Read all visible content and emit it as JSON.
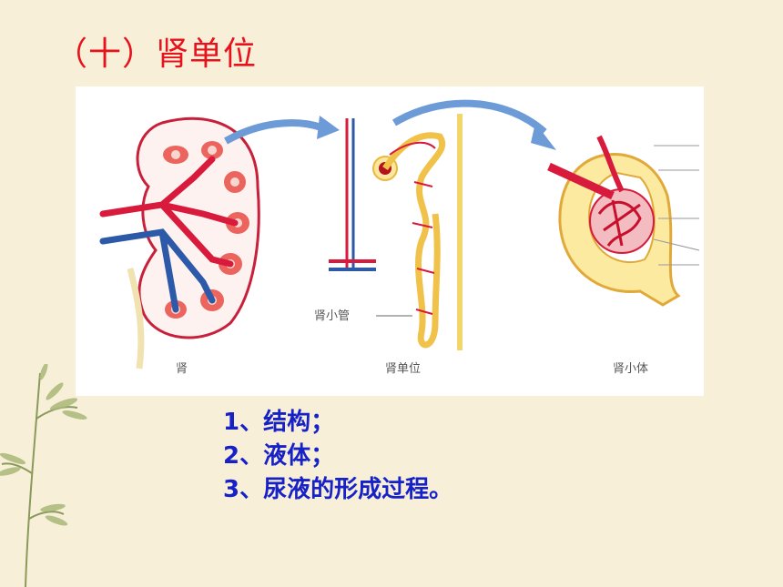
{
  "slide": {
    "title": "（十）肾单位",
    "figure": {
      "captions": {
        "kidney": "肾",
        "nephron": "肾单位",
        "corpuscle": "肾小体",
        "tubule": "肾小管"
      }
    },
    "points": [
      "1、结构；",
      "2、液体；",
      "3、尿液的形成过程。"
    ]
  },
  "colors": {
    "title": "#e8121c",
    "points": "#1622c8",
    "background": "#f8efd9",
    "artery": "#d81b3c",
    "vein": "#2d5aa8",
    "arrow": "#6c9bd8"
  }
}
